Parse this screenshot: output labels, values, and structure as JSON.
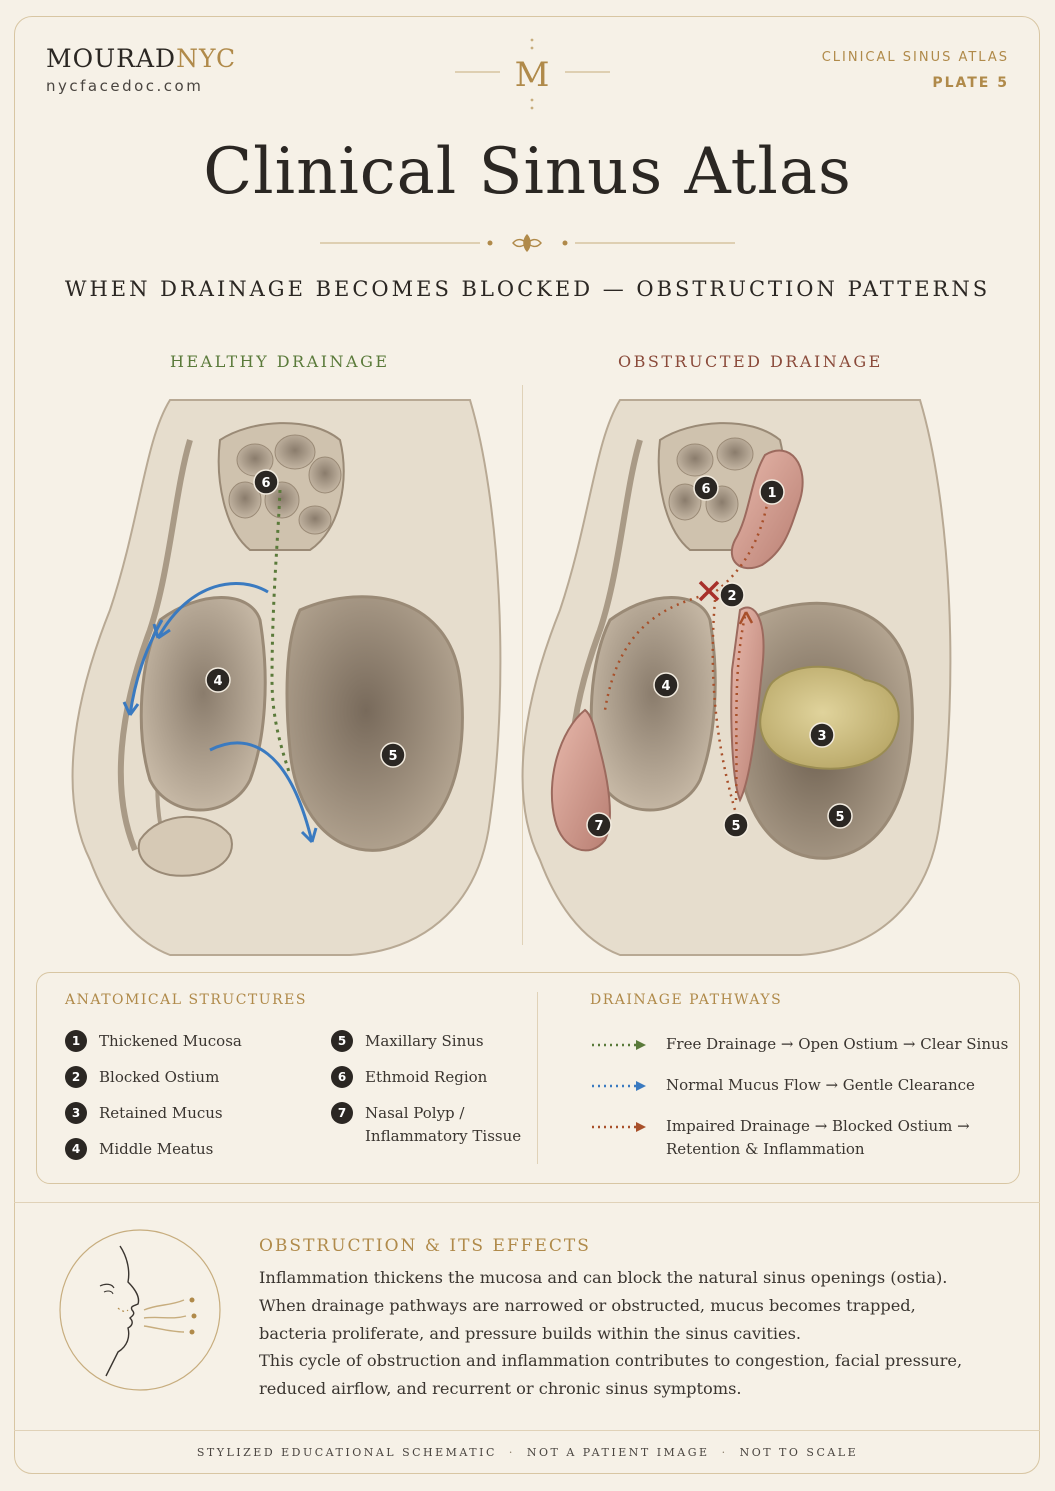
{
  "brand": {
    "name_main": "MOURAD",
    "name_accent": "NYC",
    "url": "nycfacedoc.com",
    "monogram": "M"
  },
  "plate": {
    "series": "CLINICAL SINUS ATLAS",
    "number": "PLATE 5"
  },
  "title": "Clinical Sinus Atlas",
  "subtitle": "WHEN DRAINAGE BECOMES BLOCKED — OBSTRUCTION PATTERNS",
  "panels": {
    "healthy": {
      "label": "HEALTHY DRAINAGE",
      "callouts": [
        "6",
        "4",
        "5"
      ]
    },
    "obstructed": {
      "label": "OBSTRUCTED DRAINAGE",
      "callouts": [
        "6",
        "1",
        "2",
        "4",
        "3",
        "7",
        "5",
        "5"
      ]
    }
  },
  "legend": {
    "structures_title": "ANATOMICAL STRUCTURES",
    "structures": [
      {
        "num": "1",
        "label": "Thickened Mucosa"
      },
      {
        "num": "2",
        "label": "Blocked Ostium"
      },
      {
        "num": "3",
        "label": "Retained Mucus"
      },
      {
        "num": "4",
        "label": "Middle Meatus"
      },
      {
        "num": "5",
        "label": "Maxillary Sinus"
      },
      {
        "num": "6",
        "label": "Ethmoid Region"
      },
      {
        "num": "7",
        "label": "Nasal Polyp /",
        "label2": "Inflammatory Tissue"
      }
    ],
    "pathways_title": "DRAINAGE PATHWAYS",
    "pathways": [
      {
        "label": "Free Drainage → Open Ostium → Clear Sinus",
        "color": "#5a7a3a"
      },
      {
        "label": "Normal Mucus Flow → Gentle Clearance",
        "color": "#3a7ac0"
      },
      {
        "label": "Impaired Drainage → Blocked Ostium →",
        "label2": "Retention & Inflammation",
        "color": "#a8502a"
      }
    ]
  },
  "effects": {
    "title": "OBSTRUCTION & ITS EFFECTS",
    "lines": [
      "Inflammation thickens the mucosa and can block the natural sinus openings (ostia).",
      "When drainage pathways are narrowed or obstructed, mucus becomes trapped,",
      "bacteria proliferate, and pressure builds within the sinus cavities.",
      "This cycle of obstruction and inflammation contributes to congestion, facial pressure,",
      "reduced airflow, and recurrent or chronic sinus symptoms."
    ]
  },
  "footer": [
    "STYLIZED EDUCATIONAL SCHEMATIC",
    "NOT A PATIENT IMAGE",
    "NOT TO SCALE"
  ],
  "colors": {
    "gold": "#b08a4a",
    "green": "#5a7a3a",
    "blue": "#3a7ac0",
    "rust": "#a8502a",
    "background": "#f6f1e7"
  }
}
